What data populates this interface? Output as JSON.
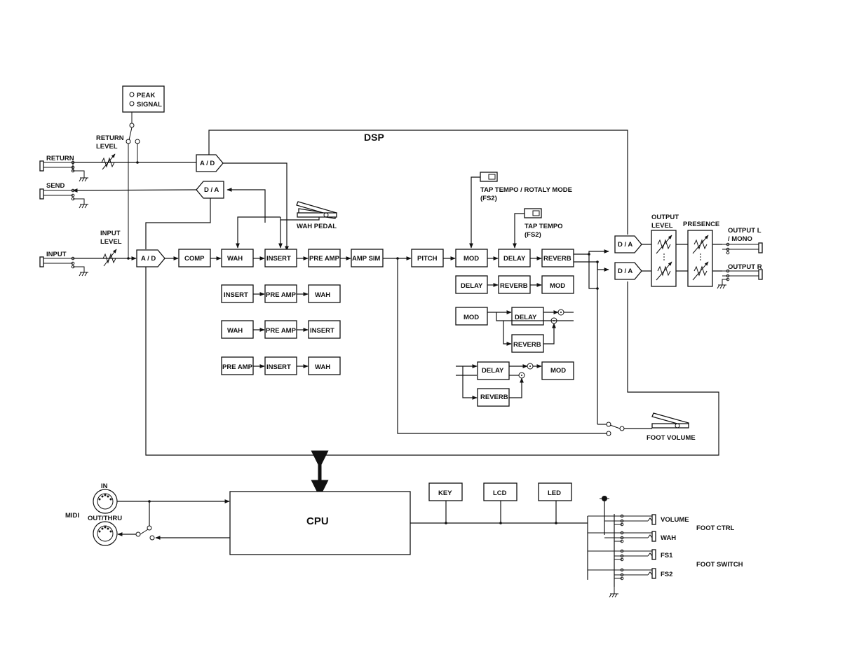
{
  "peak_led": {
    "peak": "PEAK",
    "signal": "SIGNAL"
  },
  "dsp_label": "DSP",
  "jacks": {
    "return": "RETURN",
    "send": "SEND",
    "input": "INPUT",
    "output_l_line1": "OUTPUT L",
    "output_l_line2": "/ MONO",
    "output_r": "OUTPUT R"
  },
  "level_labels": {
    "return_level_1": "RETURN",
    "return_level_2": "LEVEL",
    "input_level_1": "INPUT",
    "input_level_2": "LEVEL",
    "output_level_1": "OUTPUT",
    "output_level_2": "LEVEL",
    "presence": "PRESENCE"
  },
  "converters": {
    "ad": "A / D",
    "da": "D / A"
  },
  "main_chain": {
    "comp": "COMP",
    "wah": "WAH",
    "insert": "INSERT",
    "preamp": "PRE AMP",
    "ampsim": "AMP SIM",
    "pitch": "PITCH",
    "mod": "MOD",
    "delay": "DELAY",
    "reverb": "REVERB"
  },
  "pedal_labels": {
    "wah_pedal": "WAH  PEDAL",
    "tap_rotary_1": "TAP TEMPO / ROTALY MODE",
    "tap_rotary_2": "(FS2)",
    "tap_tempo_1": "TAP TEMPO",
    "tap_tempo_2": "(FS2)",
    "foot_volume": "FOOT  VOLUME"
  },
  "alt_orders": {
    "row1": [
      "INSERT",
      "PRE AMP",
      "WAH"
    ],
    "row2": [
      "WAH",
      "PRE AMP",
      "INSERT"
    ],
    "row3": [
      "PRE AMP",
      "INSERT",
      "WAH"
    ],
    "fx1": [
      "DELAY",
      "REVERB",
      "MOD"
    ],
    "fx2": [
      "MOD",
      "DELAY",
      "REVERB"
    ],
    "fx3": [
      "DELAY",
      "MOD",
      "REVERB"
    ]
  },
  "cpu": {
    "label": "CPU",
    "key": "KEY",
    "lcd": "LCD",
    "led": "LED",
    "midi": "MIDI",
    "midi_in": "IN",
    "midi_out": "OUT/THRU"
  },
  "foot": {
    "volume": "VOLUME",
    "wah": "WAH",
    "fs1": "FS1",
    "fs2": "FS2",
    "foot_ctrl": "FOOT CTRL",
    "foot_switch": "FOOT SWITCH"
  }
}
